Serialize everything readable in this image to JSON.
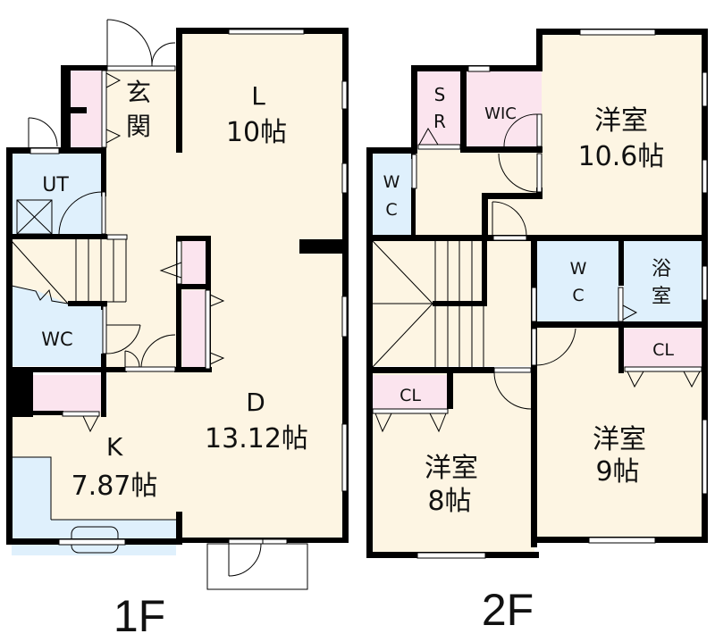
{
  "colors": {
    "wall": "#000000",
    "living_floor": "#fdf5e3",
    "wet_area": "#dff0fc",
    "storage": "#fbe4ee",
    "line": "#000000"
  },
  "floor1": {
    "label": "1F",
    "rooms": {
      "entrance": {
        "label_line1": "玄",
        "label_line2": "関"
      },
      "living": {
        "label_line1": "L",
        "label_line2": "10帖"
      },
      "utility": {
        "label": "UT"
      },
      "toilet": {
        "label": "WC"
      },
      "dining": {
        "label_line1": "D",
        "label_line2": "13.12帖"
      },
      "kitchen": {
        "label_line1": "K",
        "label_line2": "7.87帖"
      }
    }
  },
  "floor2": {
    "label": "2F",
    "rooms": {
      "storage_room": {
        "label_line1": "S",
        "label_line2": "R"
      },
      "walk_in_closet": {
        "label": "WIC"
      },
      "western_room_a": {
        "label_line1": "洋室",
        "label_line2": "10.6帖"
      },
      "toilet_a": {
        "label_line1": "W",
        "label_line2": "C"
      },
      "toilet_b": {
        "label_line1": "W",
        "label_line2": "C"
      },
      "bathroom": {
        "label_line1": "浴",
        "label_line2": "室"
      },
      "closet_a": {
        "label": "CL"
      },
      "closet_b": {
        "label": "CL"
      },
      "western_room_b": {
        "label_line1": "洋室",
        "label_line2": "8帖"
      },
      "western_room_c": {
        "label_line1": "洋室",
        "label_line2": "9帖"
      }
    }
  }
}
